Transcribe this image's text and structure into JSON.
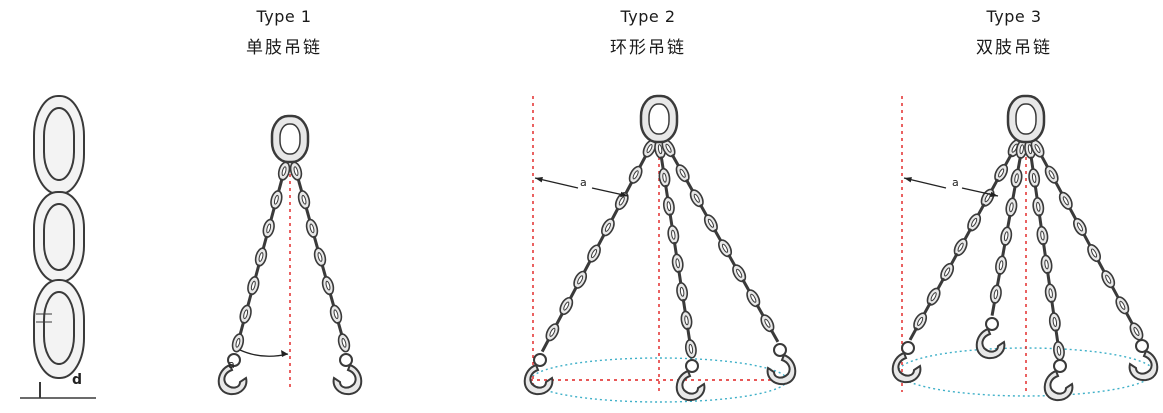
{
  "headers": [
    {
      "type": "Type 1",
      "name": "单肢吊链"
    },
    {
      "type": "Type 2",
      "name": "环形吊链"
    },
    {
      "type": "Type 3",
      "name": "双肢吊链"
    }
  ],
  "labels": {
    "angle": "a",
    "diameter": "d"
  },
  "colors": {
    "chain": "#3a3a3a",
    "chain_fill": "#e8e8e8",
    "guide": "#e02020",
    "ellipse": "#3fb0c8"
  }
}
